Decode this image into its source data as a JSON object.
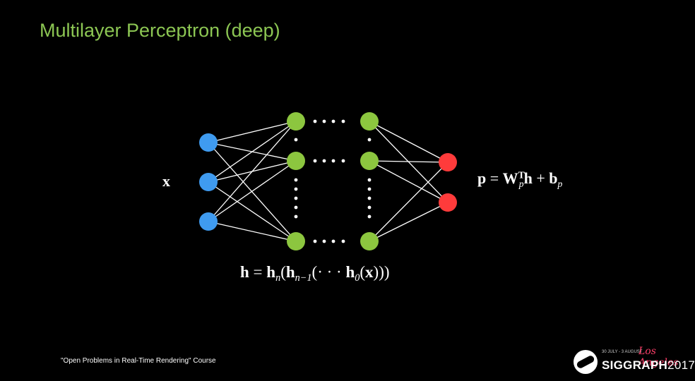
{
  "slide": {
    "title": "Multilayer Perceptron (deep)",
    "footer": "\"Open Problems in Real-Time Rendering\" Course"
  },
  "diagram": {
    "input_label": "x",
    "hidden_equation": {
      "lhs": "h",
      "eq": " = ",
      "h_n": "h",
      "n_sub": "n",
      "open1": "(",
      "h_n1": "h",
      "n1_sub": "n−1",
      "open2": "(",
      "cdots": "· · ·",
      "h_0": "h",
      "zero_sub": "0",
      "x_paren": "(",
      "x": "x",
      "close": ")))"
    },
    "output_equation": {
      "lhs": "p",
      "eq": " = ",
      "W": "W",
      "T_sup": "T",
      "p_sub": "p",
      "h": "h",
      "plus": " + ",
      "b": "b",
      "p_sub2": "p"
    },
    "layers": [
      {
        "name": "input",
        "color": "#3f9bf0",
        "nodes": 3
      },
      {
        "name": "hidden-first",
        "color": "#8cc63f",
        "nodes": 3
      },
      {
        "name": "hidden-last",
        "color": "#8cc63f",
        "nodes": 3
      },
      {
        "name": "output",
        "color": "#ff3b3b",
        "nodes": 2
      }
    ],
    "edge_color": "#ffffff"
  },
  "logo": {
    "top_text": "30 JULY - 3 AUGUST",
    "city": "Los Angeles",
    "name": "SIGGRAPH",
    "year": "2017"
  }
}
